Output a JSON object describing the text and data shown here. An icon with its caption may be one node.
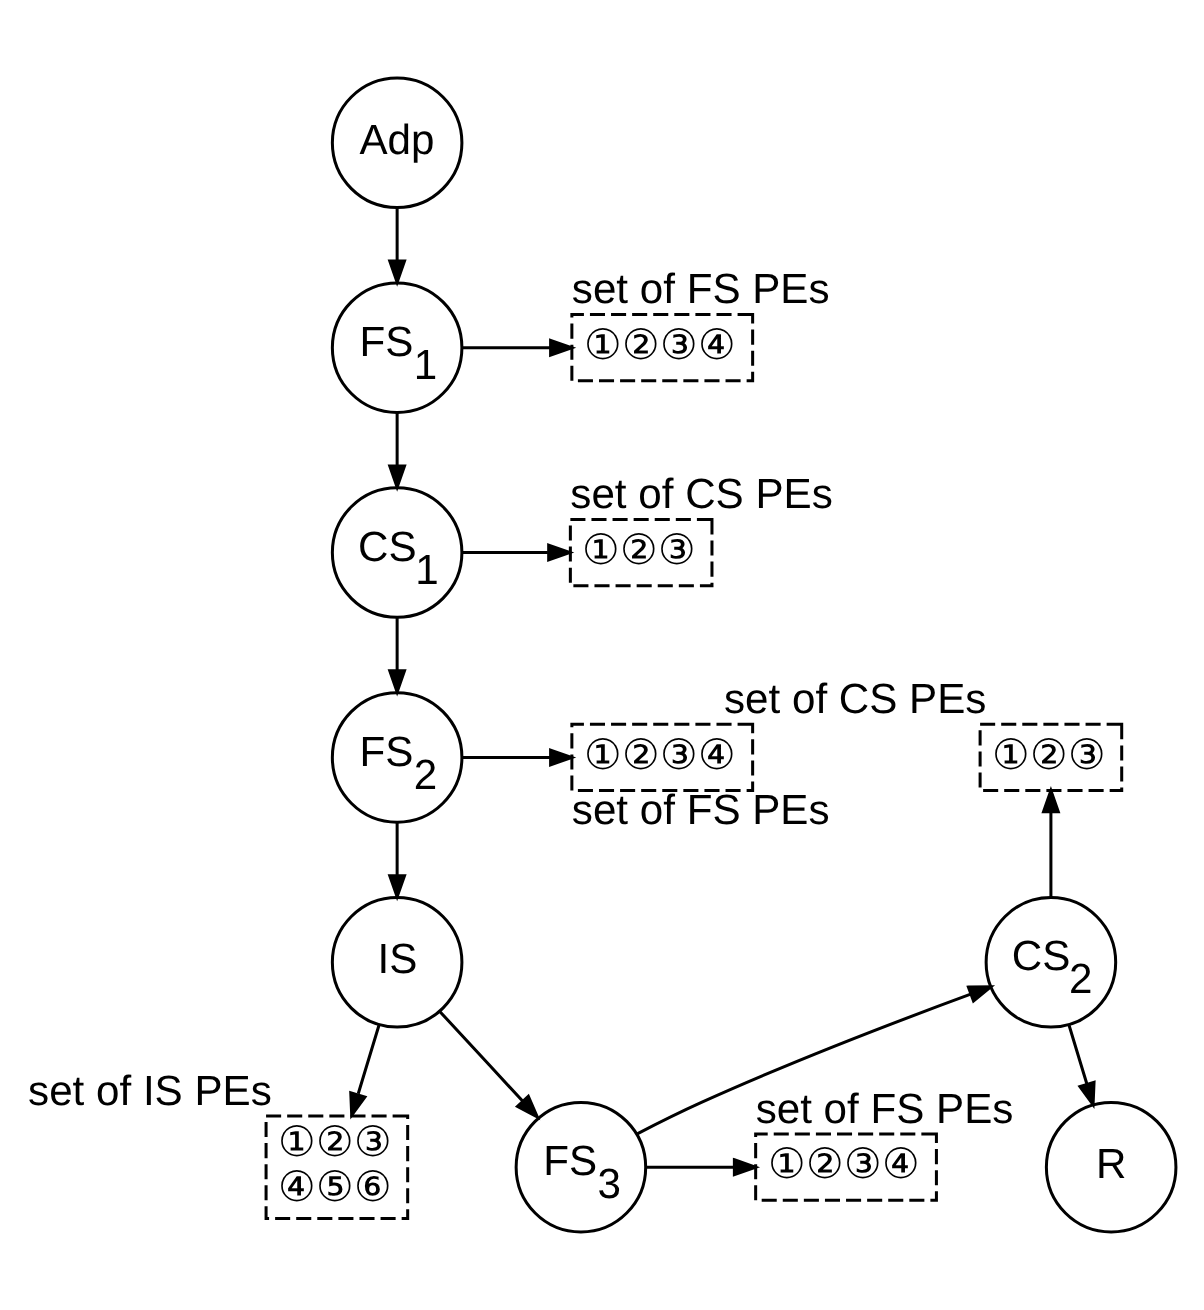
{
  "diagram": {
    "nodes": [
      {
        "text": [
          "Adp"
        ]
      },
      {
        "text": [
          "①②③④"
        ],
        "beside": [
          "set of FS PEs"
        ]
      },
      {
        "text": [
          "FS$_{1}$"
        ]
      },
      {
        "text": [
          "①②③"
        ],
        "beside": [
          "set of CS PEs"
        ]
      },
      {
        "text": [
          "CS$_{1}$"
        ]
      },
      {
        "text": [
          "①②③"
        ],
        "beside": [
          "set of CS PEs"
        ]
      },
      {
        "text": [
          "①②③④"
        ],
        "beside": [
          "set of FS PEs"
        ]
      },
      {
        "text": [
          "FS$_{2}$"
        ]
      },
      {
        "text": [
          "IS"
        ]
      },
      {
        "text": [
          "CS$_{2}$"
        ]
      },
      {
        "text": [
          "①②③ ④⑤⑥"
        ],
        "beside": [
          "set of IS PEs"
        ]
      },
      {
        "text": [
          "FS$_{3}$"
        ]
      },
      {
        "text": [
          "①②③④"
        ],
        "beside": [
          "set of FS PEs"
        ]
      },
      {
        "text": [
          "R"
        ]
      }
    ],
    "edges": [
      {
        "from": 0,
        "to": 2,
        "arrow": "to"
      },
      {
        "from": 2,
        "to": 1,
        "arrow": "to"
      },
      {
        "from": 2,
        "to": 4,
        "arrow": "to"
      },
      {
        "from": 4,
        "to": 3,
        "arrow": "to"
      },
      {
        "from": 4,
        "to": 7,
        "arrow": "to"
      },
      {
        "from": 7,
        "to": 6,
        "arrow": "to"
      },
      {
        "from": 7,
        "to": 8,
        "arrow": "to"
      },
      {
        "from": 8,
        "to": 10,
        "arrow": "to"
      },
      {
        "from": 8,
        "to": 11,
        "arrow": "to"
      },
      {
        "from": 11,
        "to": 12,
        "arrow": "to"
      },
      {
        "from": 11,
        "to": 9,
        "arrow": "to"
      },
      {
        "from": 9,
        "to": 5,
        "arrow": "to"
      },
      {
        "from": 9,
        "to": 13,
        "arrow": "to"
      }
    ]
  }
}
